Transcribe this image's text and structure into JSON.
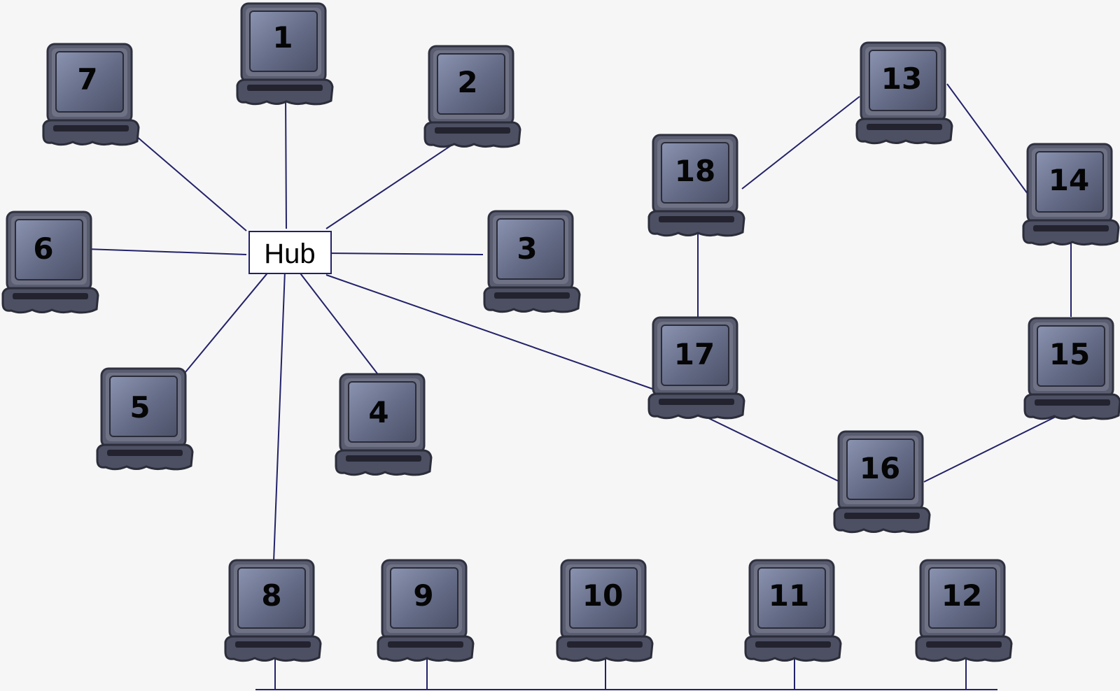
{
  "hub": {
    "label": "Hub"
  },
  "computers": [
    {
      "id": "1",
      "label": "1"
    },
    {
      "id": "2",
      "label": "2"
    },
    {
      "id": "3",
      "label": "3"
    },
    {
      "id": "4",
      "label": "4"
    },
    {
      "id": "5",
      "label": "5"
    },
    {
      "id": "6",
      "label": "6"
    },
    {
      "id": "7",
      "label": "7"
    },
    {
      "id": "8",
      "label": "8"
    },
    {
      "id": "9",
      "label": "9"
    },
    {
      "id": "10",
      "label": "10"
    },
    {
      "id": "11",
      "label": "11"
    },
    {
      "id": "12",
      "label": "12"
    },
    {
      "id": "13",
      "label": "13"
    },
    {
      "id": "14",
      "label": "14"
    },
    {
      "id": "15",
      "label": "15"
    },
    {
      "id": "16",
      "label": "16"
    },
    {
      "id": "17",
      "label": "17"
    },
    {
      "id": "18",
      "label": "18"
    }
  ],
  "connections": [
    {
      "from": "hub",
      "to": "1"
    },
    {
      "from": "hub",
      "to": "2"
    },
    {
      "from": "hub",
      "to": "3"
    },
    {
      "from": "hub",
      "to": "4"
    },
    {
      "from": "hub",
      "to": "5"
    },
    {
      "from": "hub",
      "to": "6"
    },
    {
      "from": "hub",
      "to": "7"
    },
    {
      "from": "hub",
      "to": "8"
    },
    {
      "from": "hub",
      "to": "17"
    },
    {
      "from": "13",
      "to": "14"
    },
    {
      "from": "14",
      "to": "15"
    },
    {
      "from": "15",
      "to": "16"
    },
    {
      "from": "16",
      "to": "17"
    },
    {
      "from": "17",
      "to": "18"
    },
    {
      "from": "18",
      "to": "13"
    }
  ],
  "bus": {
    "nodes": [
      "8",
      "9",
      "10",
      "11",
      "12"
    ]
  },
  "colors": {
    "line": "#23226a",
    "background": "#f6f6f6",
    "hub_fill": "#ffffff",
    "computer_body": "#5a5d70",
    "computer_screen": "#6a7290"
  },
  "icons": {
    "computer": "desktop-computer-icon"
  }
}
